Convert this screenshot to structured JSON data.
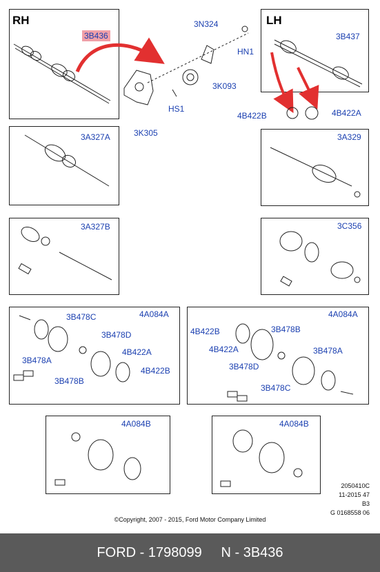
{
  "headers": {
    "rh": "RH",
    "lh": "LH"
  },
  "labels": {
    "rh_main": "3B436",
    "n3N324": "3N324",
    "hn1": "HN1",
    "k093": "3K093",
    "hs1": "HS1",
    "k305": "3K305",
    "lh_main": "3B437",
    "b422b_top": "4B422B",
    "b422a_top": "4B422A",
    "a327a": "3A327A",
    "a329": "3A329",
    "a327b": "3A327B",
    "c356": "3C356",
    "l_b478c": "3B478C",
    "l_a084a": "4A084A",
    "l_b478d": "3B478D",
    "l_b478a": "3B478A",
    "l_b422a": "4B422A",
    "l_b422b": "4B422B",
    "l_b478b": "3B478B",
    "r_a084a": "4A084A",
    "r_b422b": "4B422B",
    "r_b478b": "3B478B",
    "r_b422a": "4B422A",
    "r_b478a": "3B478A",
    "r_b478d": "3B478D",
    "r_b478c": "3B478C",
    "a084b_left": "4A084B",
    "a084b_right": "4A084B"
  },
  "meta": {
    "line1": "2050410C",
    "line2": "11-2015 47",
    "line3": "B3",
    "line4": "G 0168558 06"
  },
  "copyright": "©Copyright, 2007 - 2015, Ford Motor Company Limited",
  "footer": "FORD - 1798099     N - 3B436",
  "colors": {
    "label": "#1a3fb0",
    "highlight": "#f0a0a8",
    "arrow": "#e23030",
    "footer_bg": "#5a5a5a"
  }
}
